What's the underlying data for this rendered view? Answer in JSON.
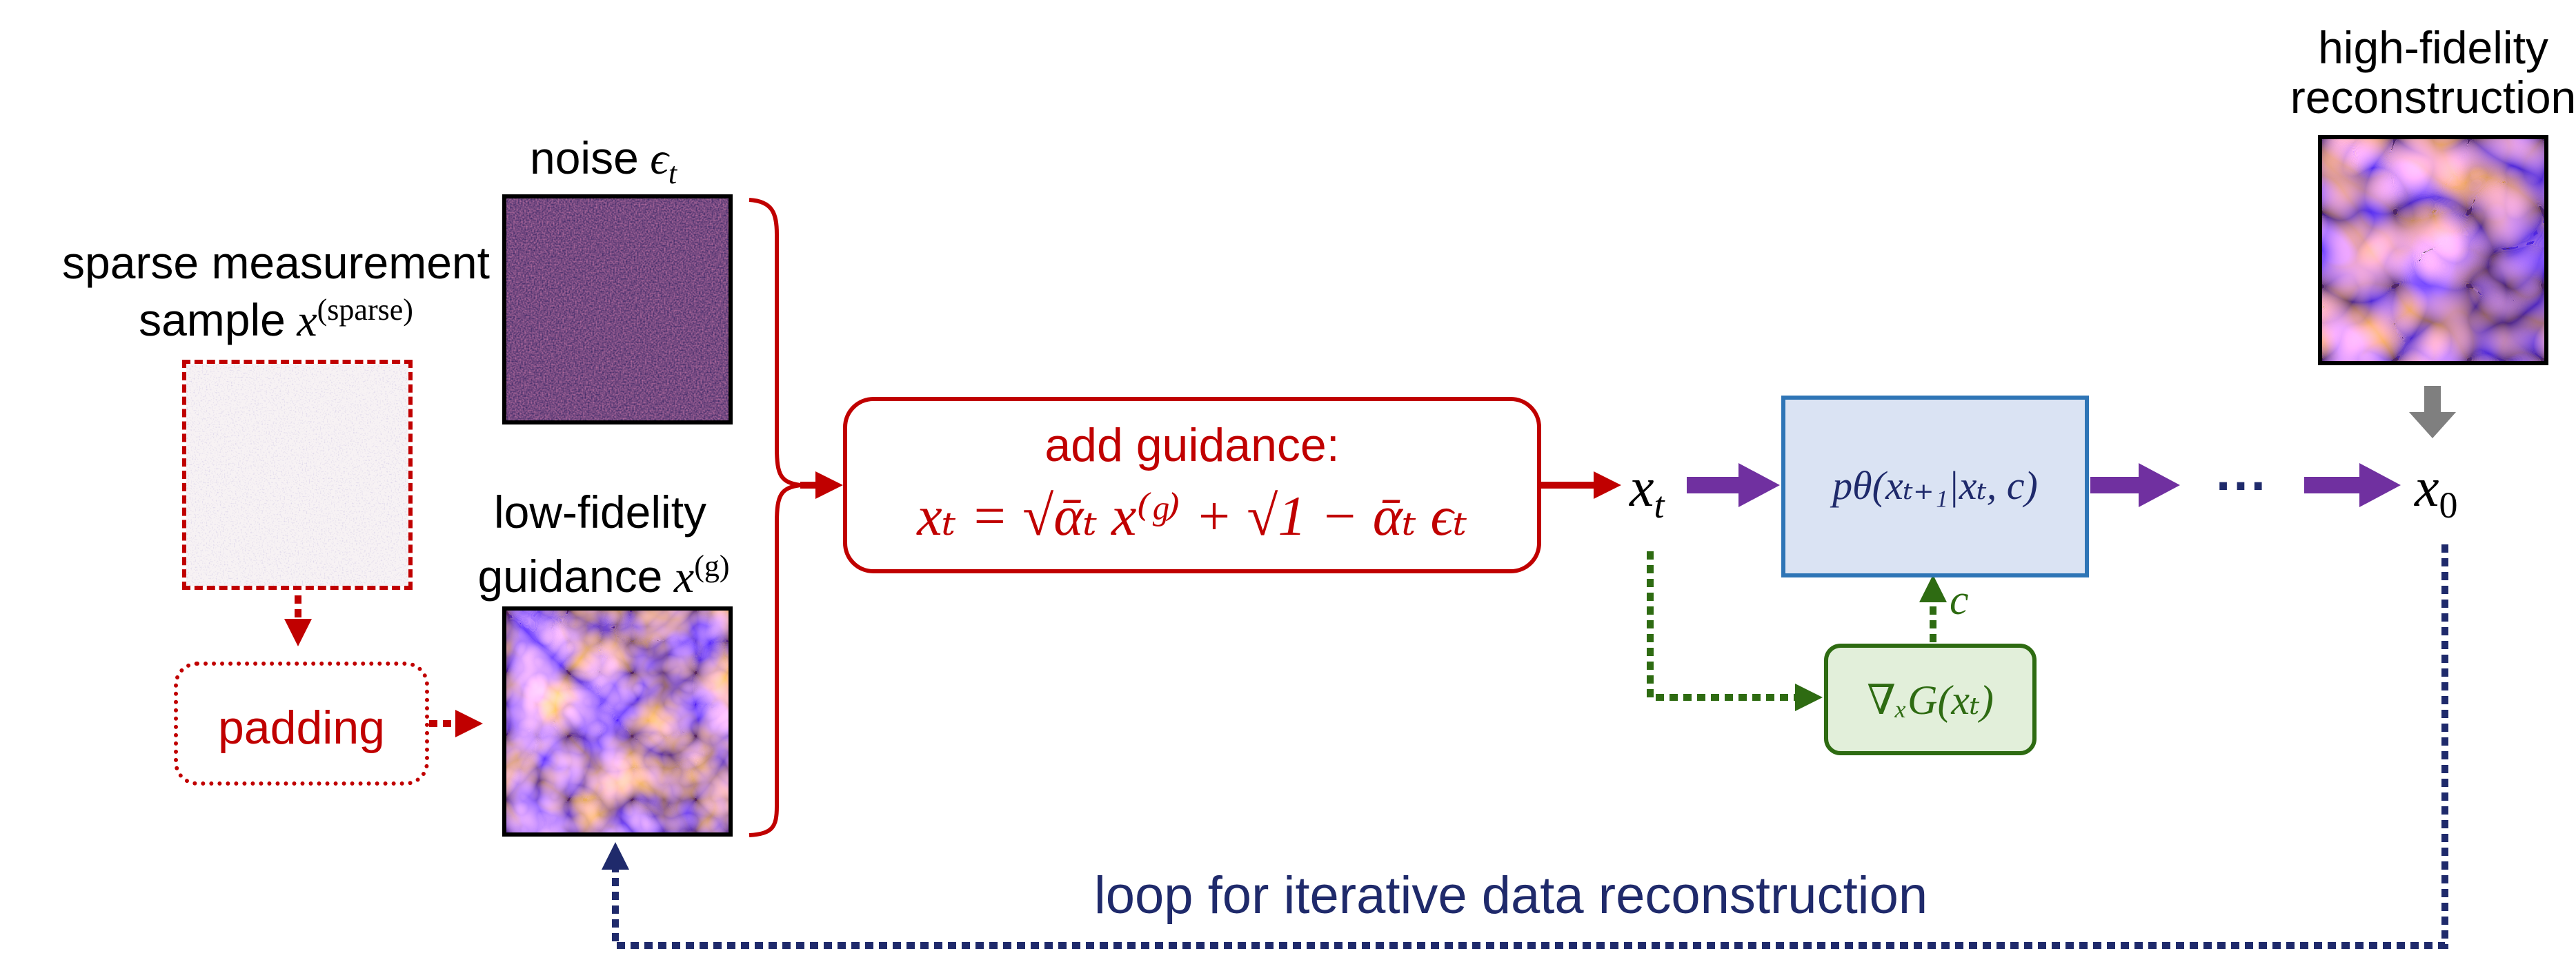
{
  "labels": {
    "noise": "noise",
    "noise_symbol": "ϵ",
    "noise_sub": "t",
    "sparse_line1": "sparse measurement",
    "sparse_line2": "sample",
    "sparse_symbol": "x",
    "sparse_sup": "(sparse)",
    "lowfid_line1": "low-fidelity",
    "lowfid_line2": "guidance",
    "lowfid_symbol": "x",
    "lowfid_sup": "(g)",
    "padding": "padding",
    "add_guidance_title": "add guidance:",
    "add_guidance_formula": "xₜ = √ᾱₜ x⁽ᵍ⁾ + √1 − ᾱₜ ϵₜ",
    "xt_symbol": "x",
    "xt_sub": "t",
    "model_formula": "pθ(xₜ₊₁|xₜ, c)",
    "c_label": "c",
    "grad_formula": "∇ₓG(xₜ)",
    "ellipsis": "···",
    "x0_symbol": "x",
    "x0_sub": "0",
    "hifi_line1": "high-fidelity",
    "hifi_line2": "reconstruction",
    "loop_label": "loop for iterative data reconstruction"
  },
  "colors": {
    "red": "#c00000",
    "purple": "#7030a0",
    "navy": "#1f2a6b",
    "green": "#2e6b12",
    "model_fill": "#dae3f3",
    "model_border": "#2e75b6",
    "grad_fill": "#e2efda",
    "gray_arrow": "#7f7f7f"
  },
  "icons": {
    "noise_image": "noise-field-image",
    "sparse_image": "sparse-sample-image",
    "lowfid_image": "turbulent-flow-image",
    "hifi_image": "turbulent-flow-image"
  }
}
